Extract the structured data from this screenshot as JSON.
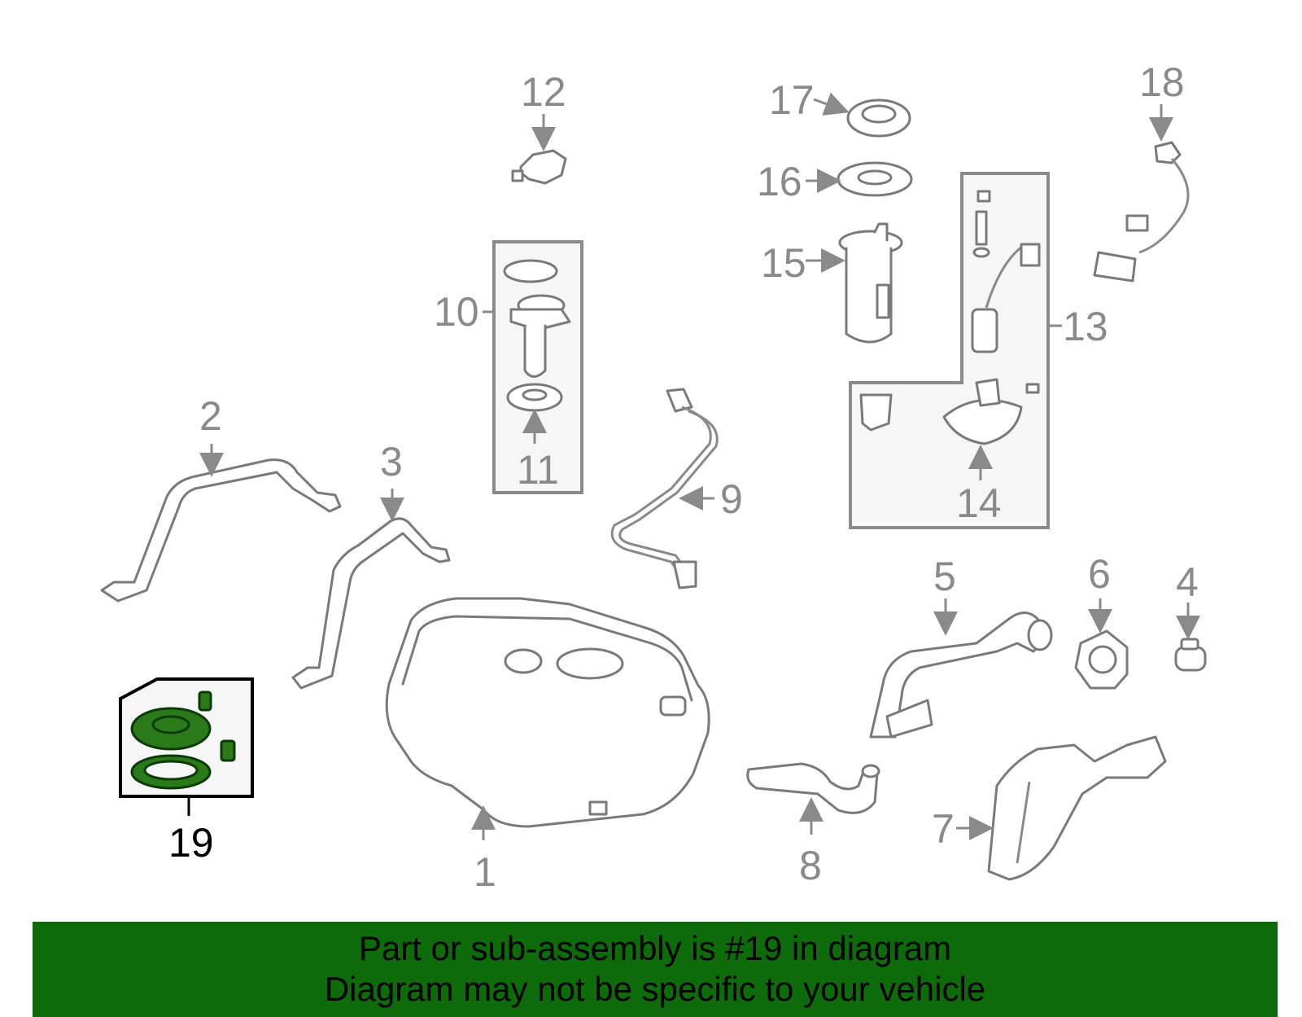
{
  "callouts": [
    "1",
    "2",
    "3",
    "4",
    "5",
    "6",
    "7",
    "8",
    "9",
    "10",
    "11",
    "12",
    "13",
    "14",
    "15",
    "16",
    "17",
    "18",
    "19"
  ],
  "highlight": {
    "callout": "19",
    "color": "#2a7a1a"
  },
  "footer": {
    "line1": "Part or sub-assembly is #19 in diagram",
    "line2": "Diagram may not be specific to your vehicle",
    "background": "#0d6b0a"
  }
}
